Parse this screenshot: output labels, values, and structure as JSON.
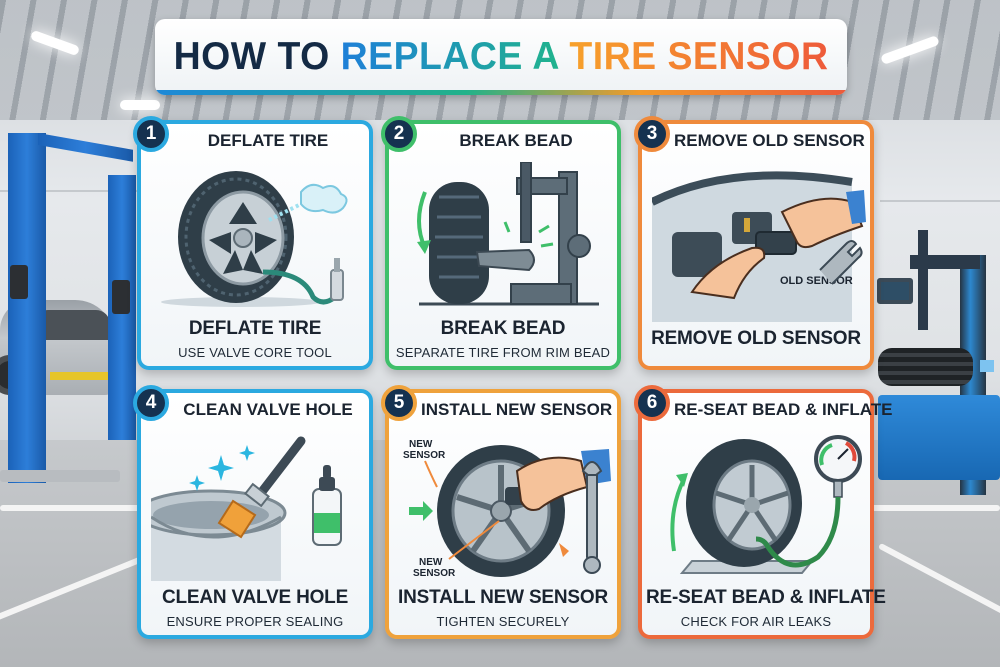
{
  "title": {
    "part1": "HOW TO ",
    "part2": "REPLACE A ",
    "part3": "TIRE SENSOR",
    "full": "HOW TO REPLACE A TIRE SENSOR"
  },
  "colors": {
    "blue": "#2ba9e0",
    "green": "#3fbf6a",
    "orange": "#ef8a3c",
    "badge_fill": "#153250",
    "title_dark": "#142a45"
  },
  "steps": [
    {
      "number": "1",
      "title": "DEFLATE TIRE",
      "caption": "DEFLATE TIRE",
      "subtitle": "USE VALVE CORE TOOL",
      "accent": "#2ba9e0",
      "icon": "deflating-tire-icon"
    },
    {
      "number": "2",
      "title": "BREAK BEAD",
      "caption": "BREAK BEAD",
      "subtitle": "SEPARATE TIRE FROM RIM BEAD",
      "accent": "#3fbf6a",
      "icon": "bead-breaker-icon"
    },
    {
      "number": "3",
      "title": "REMOVE OLD SENSOR",
      "caption": "REMOVE OLD SENSOR",
      "subtitle": "",
      "accent": "#ef8a3c",
      "icon": "hands-removing-sensor-icon",
      "label": "OLD SENSOR"
    },
    {
      "number": "4",
      "title": "CLEAN VALVE HOLE",
      "caption": "CLEAN VALVE HOLE",
      "subtitle": "ENSURE PROPER SEALING",
      "accent": "#2ba9e0",
      "icon": "brush-cleaning-rim-icon"
    },
    {
      "number": "5",
      "title": "INSTALL NEW SENSOR",
      "caption": "INSTALL NEW SENSOR",
      "subtitle": "TIGHTEN SECURELY",
      "accent": "#efa23c",
      "icon": "hand-installing-sensor-icon",
      "label_top": "NEW SENSOR",
      "label_bottom": "NEW SENSOR"
    },
    {
      "number": "6",
      "title": "RE-SEAT BEAD & INFLATE",
      "caption": "RE-SEAT BEAD & INFLATE",
      "subtitle": "CHECK FOR AIR LEAKS",
      "accent": "#ec6a3c",
      "icon": "tire-inflation-gauge-icon"
    }
  ]
}
